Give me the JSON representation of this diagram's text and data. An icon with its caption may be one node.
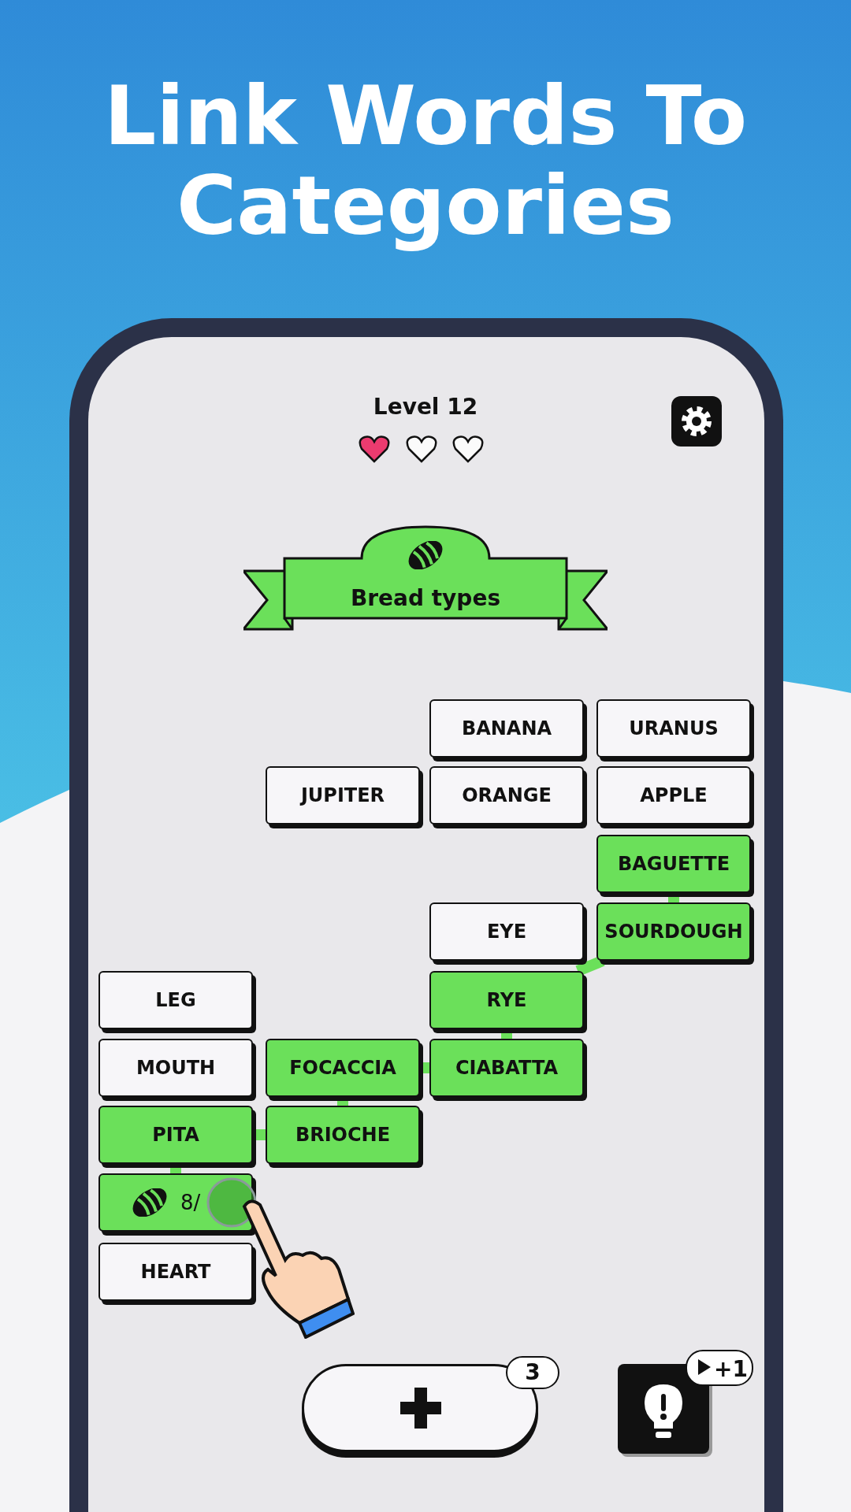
{
  "diagram": {
    "title": "Link Words To Categories",
    "nodes": [
      {
        "text": [
          "Bread types"
        ]
      },
      {
        "text": [
          "BANANA"
        ]
      },
      {
        "text": [
          "URANUS"
        ]
      },
      {
        "text": [
          "JUPITER"
        ]
      },
      {
        "text": [
          "ORANGE"
        ]
      },
      {
        "text": [
          "APPLE"
        ]
      },
      {
        "text": [
          "BAGUETTE"
        ]
      },
      {
        "text": [
          "EYE"
        ]
      },
      {
        "text": [
          "SOURDOUGH"
        ]
      },
      {
        "text": [
          "LEG"
        ]
      },
      {
        "text": [
          "RYE"
        ]
      },
      {
        "text": [
          "MOUTH"
        ]
      },
      {
        "text": [
          "FOCACCIA"
        ]
      },
      {
        "text": [
          "CIABATTA"
        ]
      },
      {
        "text": [
          "PITA"
        ]
      },
      {
        "text": [
          "BRIOCHE"
        ]
      },
      {
        "text": [
          "8/"
        ]
      },
      {
        "text": [
          "HEART"
        ]
      }
    ],
    "edges": [
      {
        "from": 6,
        "to": 8,
        "arrow": "none"
      },
      {
        "from": 8,
        "to": 10,
        "arrow": "none"
      },
      {
        "from": 10,
        "to": 13,
        "arrow": "none"
      },
      {
        "from": 12,
        "to": 13,
        "arrow": "none"
      },
      {
        "from": 12,
        "to": 15,
        "arrow": "none"
      },
      {
        "from": 14,
        "to": 15,
        "arrow": "none"
      },
      {
        "from": 14,
        "to": 16,
        "arrow": "none"
      }
    ],
    "labels": [
      "Level 12",
      "3",
      "+1"
    ]
  }
}
